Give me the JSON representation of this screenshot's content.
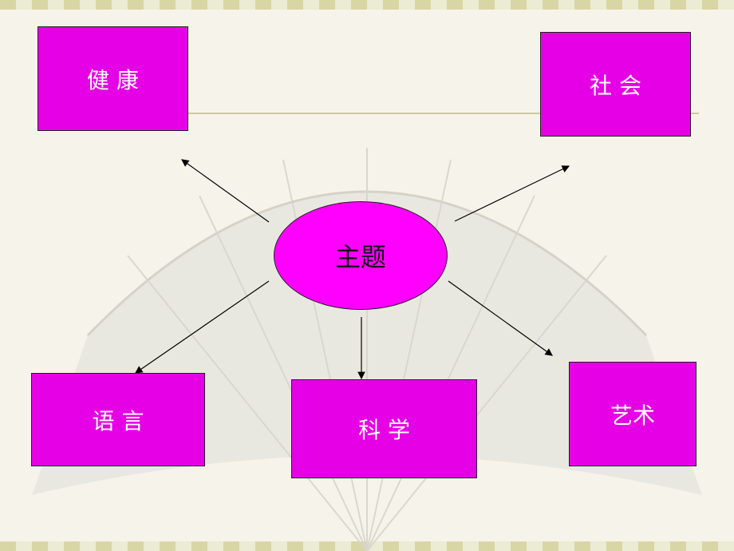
{
  "center": {
    "label": "主题"
  },
  "nodes": {
    "health": "健 康",
    "society": "社 会",
    "language": "语 言",
    "science": "科  学",
    "art": "艺术"
  },
  "colors": {
    "box_fill": "#e600e6",
    "center_fill": "#ff00ff",
    "background": "#f6f4ea"
  }
}
